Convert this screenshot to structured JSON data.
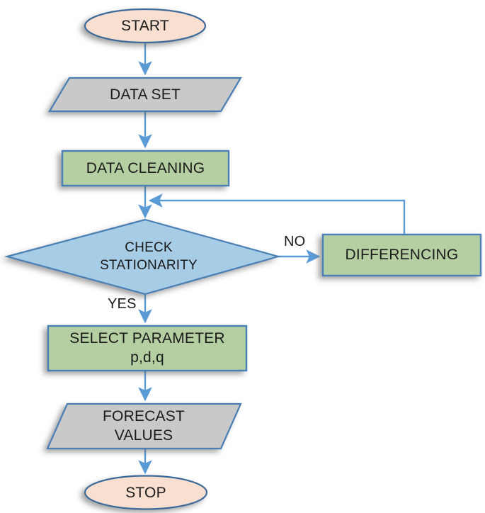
{
  "diagram": {
    "type": "flowchart",
    "title_text": "",
    "colors": {
      "terminator_fill": "#f8dfd0",
      "terminator_stroke": "#3a6a9a",
      "process_fill": "#b5cfa3",
      "process_stroke": "#4a7fb5",
      "data_fill": "#c9c9c9",
      "data_stroke": "#4a7fb5",
      "decision_fill": "#a7cce5",
      "decision_stroke": "#4a7fb5",
      "connector": "#5b9bd5",
      "text": "#1a1a1a",
      "background": "#ffffff"
    },
    "nodes": [
      {
        "id": "start",
        "shape": "terminator",
        "label": "START"
      },
      {
        "id": "data-set",
        "shape": "parallelogram",
        "label": "DATA SET"
      },
      {
        "id": "data-cleaning",
        "shape": "rectangle",
        "label": "DATA CLEANING"
      },
      {
        "id": "check-stationarity",
        "shape": "diamond",
        "label": "CHECK\nSTATIONARITY"
      },
      {
        "id": "differencing",
        "shape": "rectangle",
        "label": "DIFFERENCING"
      },
      {
        "id": "select-parameter",
        "shape": "rectangle",
        "label": "SELECT PARAMETER\np,d,q"
      },
      {
        "id": "forecast-values",
        "shape": "parallelogram",
        "label": "FORECAST\nVALUES"
      },
      {
        "id": "stop",
        "shape": "terminator",
        "label": "STOP"
      }
    ],
    "edges": [
      {
        "from": "start",
        "to": "data-set",
        "label": ""
      },
      {
        "from": "data-set",
        "to": "data-cleaning",
        "label": ""
      },
      {
        "from": "data-cleaning",
        "to": "check-stationarity",
        "label": ""
      },
      {
        "from": "check-stationarity",
        "to": "differencing",
        "label": "NO"
      },
      {
        "from": "differencing",
        "to": "data-cleaning",
        "label": ""
      },
      {
        "from": "check-stationarity",
        "to": "select-parameter",
        "label": "YES"
      },
      {
        "from": "select-parameter",
        "to": "forecast-values",
        "label": ""
      },
      {
        "from": "forecast-values",
        "to": "stop",
        "label": ""
      }
    ],
    "edge_labels": {
      "no": "NO",
      "yes": "YES"
    }
  }
}
